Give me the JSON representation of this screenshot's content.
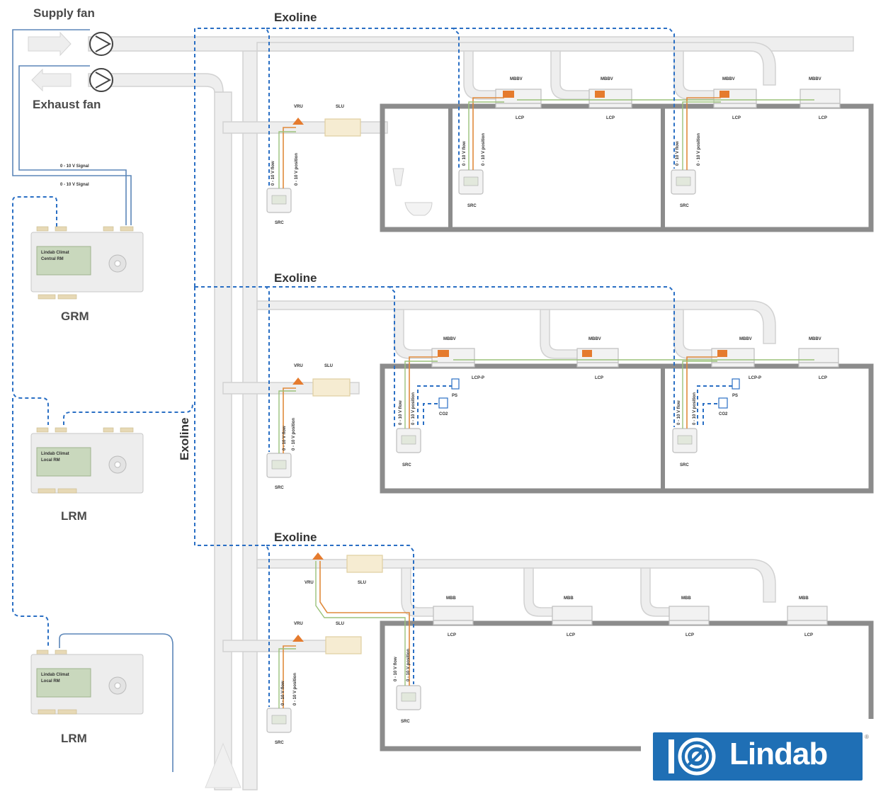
{
  "fans": {
    "supply": "Supply fan",
    "exhaust": "Exhaust fan"
  },
  "bus_label": "Exoline",
  "signal_label": "0 - 10 V Signal",
  "controllers": [
    {
      "name": "GRM",
      "screen_line1": "Lindab Climat",
      "screen_line2": "Central RM"
    },
    {
      "name": "LRM",
      "screen_line1": "Lindab Climat",
      "screen_line2": "Local RM"
    },
    {
      "name": "LRM",
      "screen_line1": "Lindab Climat",
      "screen_line2": "Local RM"
    }
  ],
  "components": {
    "vav_damper": "VRU",
    "silencer": "SLU",
    "room_controller": "SRC",
    "plenum_master": "MBBV",
    "plenum_slave": "MBB",
    "diffuser": "LCP",
    "diffuser_presence": "LCP-P",
    "presence_sensor": "PS",
    "co2_sensor": "CO2"
  },
  "wire_labels": {
    "flow": "0 - 10 V flow",
    "position": "0 - 10 V position"
  },
  "brand": {
    "name": "Lindab",
    "reg": "®",
    "color": "#1f6fb5"
  },
  "colors": {
    "bus": "#2a6fc4",
    "signal": "#5b86b8",
    "wire_position": "#e08a3c",
    "wire_flow": "#9bc27a",
    "room_wall": "#8c8c8c"
  }
}
